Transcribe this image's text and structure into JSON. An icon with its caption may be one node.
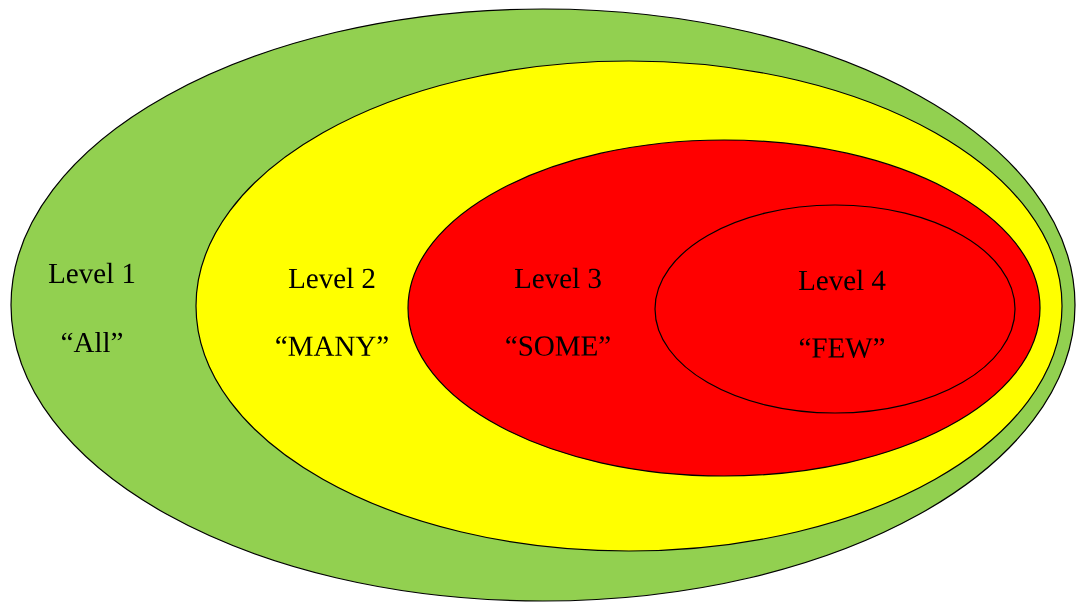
{
  "diagram": {
    "nodes": [
      {
        "text": [
          "Level 1",
          "“All”"
        ]
      },
      {
        "text": [
          "Level 2",
          "“MANY”"
        ],
        "in": 0
      },
      {
        "text": [
          "Level 3",
          "“SOME”"
        ],
        "in": 1
      },
      {
        "text": [
          "Level 4",
          "“FEW”"
        ],
        "in": 2
      }
    ]
  }
}
